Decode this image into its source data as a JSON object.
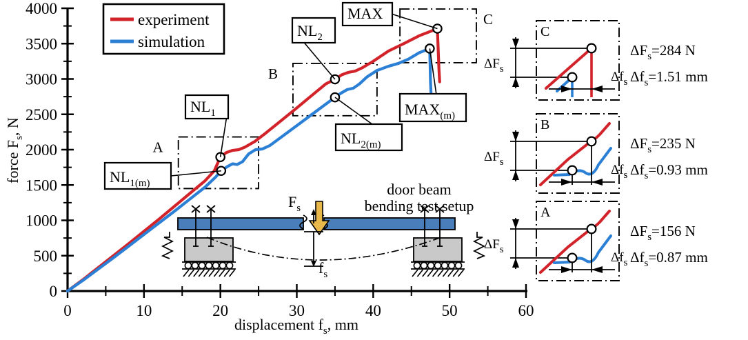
{
  "figure": {
    "kind": "force-displacement-diagram",
    "background": "#ffffff"
  },
  "colors": {
    "experiment": "#d2232a",
    "simulation": "#2b80d6",
    "axis": "#000000",
    "beam_fill": "#4a7ebb",
    "support_fill": "#c9c9c9",
    "arrow_fill": "#e8b84b"
  },
  "chart_data": {
    "type": "line",
    "title": "",
    "xlabel": "displacement f",
    "xlabel_sub": "s",
    "xlabel_unit": ", mm",
    "ylabel": "force F",
    "ylabel_sub": "s",
    "ylabel_unit": ", N",
    "xlim": [
      0,
      60
    ],
    "ylim": [
      0,
      4000
    ],
    "xticks": [
      0,
      10,
      20,
      30,
      40,
      50,
      60
    ],
    "xtick_labels": [
      "0",
      "10",
      "20",
      "30",
      "40",
      "50",
      "60"
    ],
    "xminor_step": 5,
    "yticks": [
      0,
      500,
      1000,
      1500,
      2000,
      2500,
      3000,
      3500,
      4000
    ],
    "ytick_labels": [
      "0",
      "500",
      "1000",
      "1500",
      "2000",
      "2500",
      "3000",
      "3500",
      "4000"
    ],
    "grid": false,
    "legend_position": "upper-left",
    "series": [
      {
        "name": "experiment",
        "color": "#d2232a",
        "points": [
          [
            0,
            0
          ],
          [
            2,
            160
          ],
          [
            4,
            330
          ],
          [
            6,
            500
          ],
          [
            8,
            670
          ],
          [
            10,
            845
          ],
          [
            12,
            1020
          ],
          [
            14,
            1200
          ],
          [
            16,
            1380
          ],
          [
            18,
            1560
          ],
          [
            19.2,
            1700
          ],
          [
            20.0,
            1895
          ],
          [
            20.8,
            1960
          ],
          [
            21.6,
            1990
          ],
          [
            22.4,
            2000
          ],
          [
            23.2,
            2035
          ],
          [
            24.5,
            2115
          ],
          [
            26,
            2240
          ],
          [
            28,
            2415
          ],
          [
            30,
            2590
          ],
          [
            32,
            2770
          ],
          [
            33.8,
            2930
          ],
          [
            35.0,
            2995
          ],
          [
            35.9,
            3060
          ],
          [
            36.8,
            3095
          ],
          [
            37.6,
            3110
          ],
          [
            38.6,
            3160
          ],
          [
            40,
            3250
          ],
          [
            42,
            3395
          ],
          [
            44,
            3500
          ],
          [
            46,
            3610
          ],
          [
            48.4,
            3712
          ],
          [
            48.6,
            3150
          ],
          [
            48.7,
            2960
          ]
        ]
      },
      {
        "name": "simulation",
        "color": "#2b80d6",
        "points": [
          [
            0,
            0
          ],
          [
            2,
            150
          ],
          [
            4,
            310
          ],
          [
            6,
            470
          ],
          [
            8,
            635
          ],
          [
            10,
            800
          ],
          [
            12,
            965
          ],
          [
            14,
            1130
          ],
          [
            16,
            1300
          ],
          [
            18,
            1470
          ],
          [
            19.4,
            1615
          ],
          [
            20.1,
            1700
          ],
          [
            20.9,
            1760
          ],
          [
            21.6,
            1800
          ],
          [
            22.2,
            1790
          ],
          [
            22.9,
            1830
          ],
          [
            23.7,
            1940
          ],
          [
            24.6,
            2000
          ],
          [
            25.5,
            2010
          ],
          [
            26.5,
            2060
          ],
          [
            28,
            2180
          ],
          [
            30,
            2340
          ],
          [
            32,
            2500
          ],
          [
            34,
            2660
          ],
          [
            35.0,
            2740
          ],
          [
            35.8,
            2800
          ],
          [
            36.6,
            2850
          ],
          [
            37.4,
            2870
          ],
          [
            38.2,
            2930
          ],
          [
            39.2,
            3030
          ],
          [
            40.5,
            3120
          ],
          [
            42,
            3180
          ],
          [
            43.3,
            3220
          ],
          [
            44.6,
            3280
          ],
          [
            46,
            3370
          ],
          [
            47.4,
            3430
          ],
          [
            47.5,
            2960
          ],
          [
            47.6,
            2720
          ]
        ]
      }
    ],
    "markers": [
      {
        "id": "NL1",
        "series": "experiment",
        "x": 20.0,
        "y": 1895
      },
      {
        "id": "NL1(m)",
        "series": "simulation",
        "x": 20.1,
        "y": 1700
      },
      {
        "id": "NL2",
        "series": "experiment",
        "x": 35.0,
        "y": 2995
      },
      {
        "id": "NL2(m)",
        "series": "simulation",
        "x": 35.0,
        "y": 2740
      },
      {
        "id": "MAX",
        "series": "experiment",
        "x": 48.4,
        "y": 3712
      },
      {
        "id": "MAX(m)",
        "series": "simulation",
        "x": 47.4,
        "y": 3430
      }
    ],
    "annotations": [
      {
        "id": "NL1",
        "base": "NL",
        "sub": "1",
        "x": 20.0,
        "y": 1895
      },
      {
        "id": "NL1(m)",
        "base": "NL",
        "sub": "1(m)",
        "x": 20.1,
        "y": 1700
      },
      {
        "id": "NL2",
        "base": "NL",
        "sub": "2",
        "x": 35.0,
        "y": 2995
      },
      {
        "id": "NL2(m)",
        "base": "NL",
        "sub": "2(m)",
        "x": 35.0,
        "y": 2740
      },
      {
        "id": "MAX",
        "base": "MAX",
        "sub": "",
        "x": 48.4,
        "y": 3712
      },
      {
        "id": "MAX(m)",
        "base": "MAX",
        "sub": "(m)",
        "x": 47.4,
        "y": 3430
      }
    ],
    "zoom_zones": [
      {
        "label": "A",
        "x0": 14.5,
        "x1": 25.0,
        "y0": 1450,
        "y1": 2180
      },
      {
        "label": "B",
        "x0": 29.5,
        "x1": 40.5,
        "y0": 2480,
        "y1": 3220
      },
      {
        "label": "C",
        "x0": 43.5,
        "x1": 53.5,
        "y0": 3230,
        "y1": 3990
      }
    ]
  },
  "legend": {
    "entries": [
      {
        "label": "experiment",
        "color": "#d2232a"
      },
      {
        "label": "simulation",
        "color": "#2b80d6"
      }
    ]
  },
  "axes": {
    "y_title_main": "force F",
    "y_title_sub": "s",
    "y_title_tail": ", N",
    "x_title_main": "displacement f",
    "x_title_sub": "s",
    "x_title_tail": ", mm"
  },
  "setup": {
    "title_line1": "door beam",
    "title_line2": "bending test setup",
    "force_label": "F",
    "force_label_sub": "s",
    "deflection_label": "f",
    "deflection_label_sub": "s"
  },
  "detail_panels": [
    {
      "label": "C",
      "delta_force_label": "ΔF",
      "delta_force_sub": "s",
      "delta_disp_label": "Δf",
      "delta_disp_sub": "s",
      "value_force": "ΔFₛ=284 N",
      "value_force_main": "ΔF",
      "value_force_subscript": "s",
      "value_force_rest": "=284 N",
      "value_disp_main": "Δf",
      "value_disp_subscript": "s",
      "value_disp_rest": "=1.51 mm",
      "force_n": 284,
      "disp_mm": 1.51,
      "shape": "peak"
    },
    {
      "label": "B",
      "delta_force_label": "ΔF",
      "delta_force_sub": "s",
      "delta_disp_label": "Δf",
      "delta_disp_sub": "s",
      "value_force": "ΔFₛ=235 N",
      "value_force_main": "ΔF",
      "value_force_subscript": "s",
      "value_force_rest": "=235 N",
      "value_disp_main": "Δf",
      "value_disp_subscript": "s",
      "value_disp_rest": "=0.93 mm",
      "force_n": 235,
      "disp_mm": 0.93,
      "shape": "wave"
    },
    {
      "label": "A",
      "delta_force_label": "ΔF",
      "delta_force_sub": "s",
      "delta_disp_label": "Δf",
      "delta_disp_sub": "s",
      "value_force": "ΔFₛ=156 N",
      "value_force_main": "ΔF",
      "value_force_subscript": "s",
      "value_force_rest": "=156 N",
      "value_disp_main": "Δf",
      "value_disp_subscript": "s",
      "value_disp_rest": "=0.87 mm",
      "force_n": 156,
      "disp_mm": 0.87,
      "shape": "wave"
    }
  ]
}
